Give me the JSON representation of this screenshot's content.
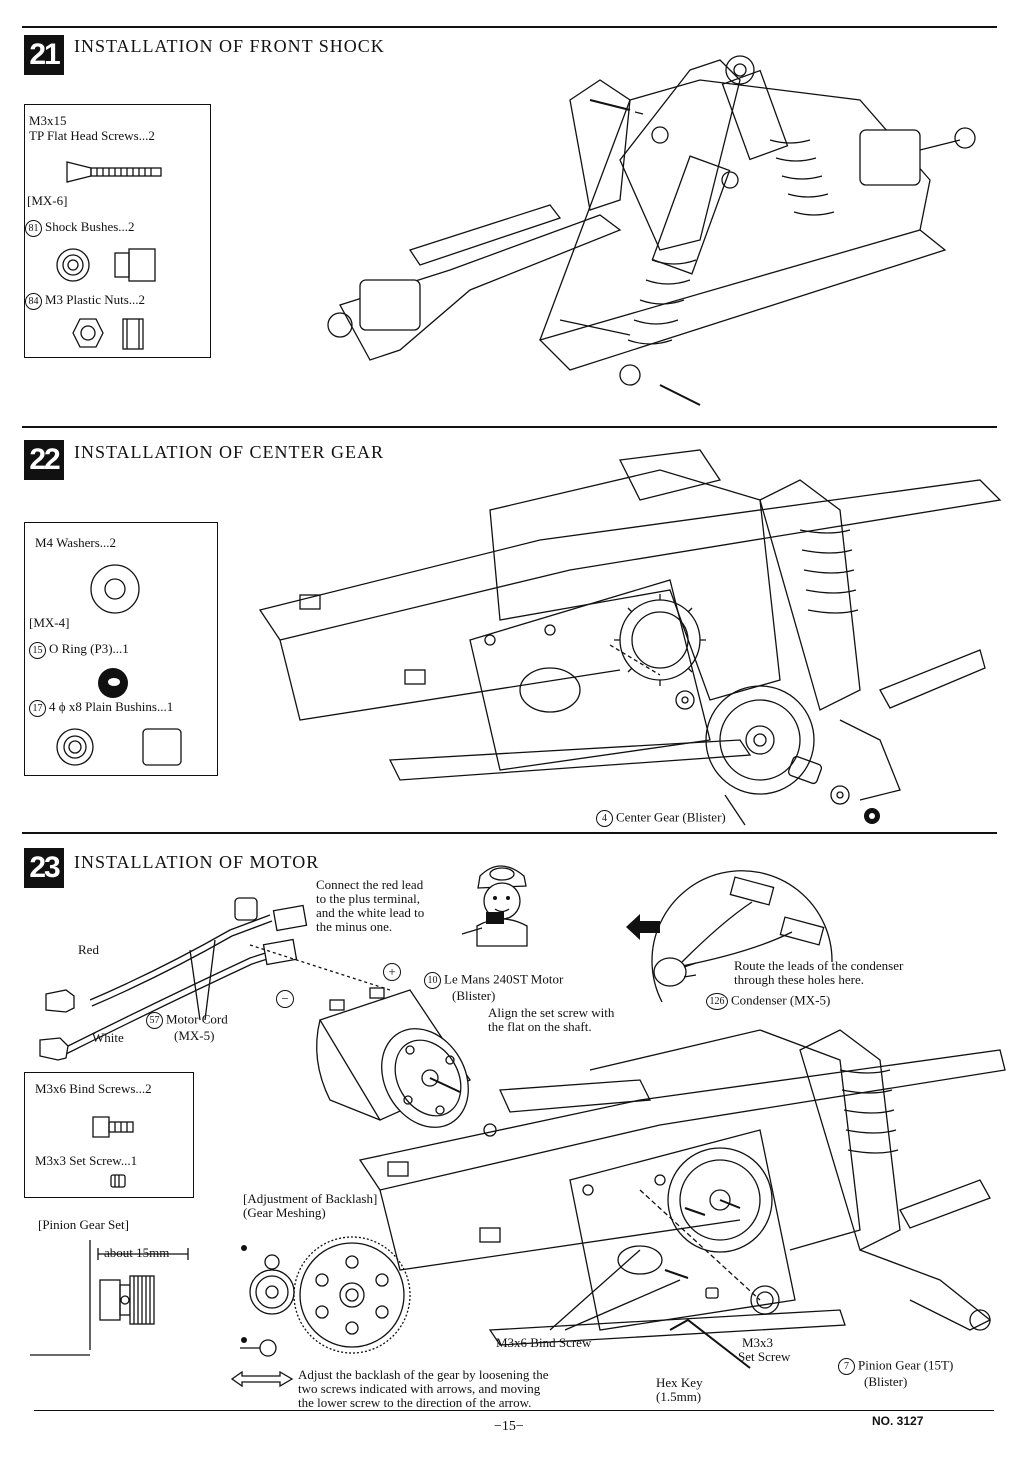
{
  "steps": [
    {
      "number": "21",
      "title": "INSTALLATION OF FRONT SHOCK",
      "parts": [
        {
          "line1": "M3x15",
          "line2": "TP Flat Head Screws...2"
        },
        {
          "code": "[MX-6]"
        },
        {
          "ref": "81",
          "label": "Shock Bushes...2"
        },
        {
          "ref": "84",
          "label": "M3 Plastic Nuts...2"
        }
      ]
    },
    {
      "number": "22",
      "title": "INSTALLATION OF CENTER GEAR",
      "parts": [
        {
          "label": "M4 Washers...2"
        },
        {
          "code": "[MX-4]"
        },
        {
          "ref": "15",
          "label": "O Ring (P3)...1"
        },
        {
          "ref": "17",
          "label": "4 ϕ x8 Plain Bushins...1"
        }
      ],
      "callout": {
        "ref": "4",
        "label": "Center Gear (Blister)"
      }
    },
    {
      "number": "23",
      "title": "INSTALLATION OF MOTOR",
      "parts": [
        {
          "label": "M3x6 Bind Screws...2"
        },
        {
          "label": "M3x3 Set Screw...1"
        }
      ],
      "pinion_set": {
        "title": "[Pinion Gear Set]",
        "dimension": "about 15mm"
      },
      "notes": {
        "connect": [
          "Connect the red lead",
          "to the plus terminal,",
          "and the white lead to",
          "the minus one."
        ],
        "red": "Red",
        "white": "White",
        "plus": "+",
        "minus": "−",
        "motor_cord_ref": "57",
        "motor_cord": [
          "Motor Cord",
          "(MX-5)"
        ],
        "motor_ref": "10",
        "motor": [
          "Le Mans 240ST Motor",
          "(Blister)"
        ],
        "align": [
          "Align the set screw with",
          "the flat on the shaft."
        ],
        "route": [
          "Route the leads of the condenser",
          "through these holes here."
        ],
        "condenser_ref": "126",
        "condenser": "Condenser (MX-5)",
        "backlash_title": [
          "[Adjustment of Backlash]",
          "(Gear Meshing)"
        ],
        "bind_screw": "M3x6 Bind Screw",
        "set_screw": [
          "M3x3",
          "Set Screw"
        ],
        "hex_key": [
          "Hex Key",
          "(1.5mm)"
        ],
        "pinion_ref": "7",
        "pinion": [
          "Pinion Gear (15T)",
          "(Blister)"
        ],
        "adjust": [
          "Adjust the backlash of the gear by loosening the",
          "two screws indicated with arrows, and moving",
          "the lower screw to the direction of the arrow."
        ]
      }
    }
  ],
  "footer": {
    "page": "−15−",
    "code": "NO. 3127"
  }
}
